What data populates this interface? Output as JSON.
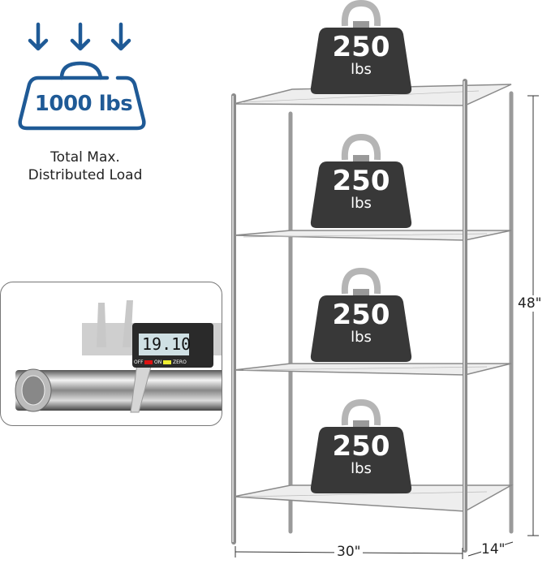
{
  "load_badge": {
    "value": "1000 lbs",
    "caption_line1": "Total Max.",
    "caption_line2": "Distributed Load",
    "color": "#1f5a96",
    "icon": "down-arrows-weight-icon"
  },
  "weights": [
    {
      "value": "250",
      "unit": "lbs"
    },
    {
      "value": "250",
      "unit": "lbs"
    },
    {
      "value": "250",
      "unit": "lbs"
    },
    {
      "value": "250",
      "unit": "lbs"
    }
  ],
  "dimensions": {
    "height": "48\"",
    "width": "30\"",
    "depth": "14\""
  },
  "caliper_inset": {
    "reading": "19.10",
    "off_label": "OFF",
    "on_label": "ON",
    "zero_label": "ZERO"
  }
}
